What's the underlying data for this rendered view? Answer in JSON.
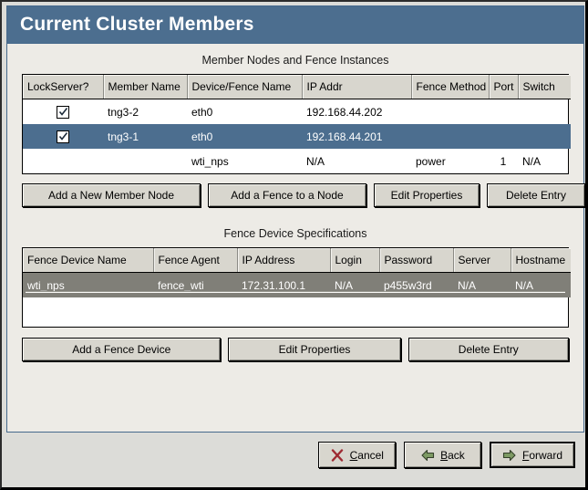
{
  "window": {
    "title": "Current Cluster Members",
    "title_bar_color": "#4c6e8f",
    "panel_bg": "#edebe6"
  },
  "member_section": {
    "title": "Member Nodes and Fence Instances",
    "columns": [
      "LockServer?",
      "Member Name",
      "Device/Fence Name",
      "IP Addr",
      "Fence Method",
      "Port",
      "Switch"
    ],
    "rows": [
      {
        "lockserver": "checked",
        "member_name": "tng3-2",
        "device_fence_name": "eth0",
        "ip_addr": "192.168.44.202",
        "fence_method": "",
        "port": "",
        "switch": "",
        "selected": "none"
      },
      {
        "lockserver": "checked",
        "member_name": "tng3-1",
        "device_fence_name": "eth0",
        "ip_addr": "192.168.44.201",
        "fence_method": "",
        "port": "",
        "switch": "",
        "selected": "focus"
      },
      {
        "lockserver": "",
        "member_name": "",
        "device_fence_name": "wti_nps",
        "ip_addr": "N/A",
        "fence_method": "power",
        "port": "1",
        "switch": "N/A",
        "selected": "none"
      }
    ],
    "buttons": [
      "Add a New Member Node",
      "Add a Fence to a Node",
      "Edit Properties",
      "Delete Entry"
    ]
  },
  "fence_section": {
    "title": "Fence Device Specifications",
    "columns": [
      "Fence Device Name",
      "Fence Agent",
      "IP Address",
      "Login",
      "Password",
      "Server",
      "Hostname"
    ],
    "rows": [
      {
        "fence_device_name": "wti_nps",
        "fence_agent": "fence_wti",
        "ip_address": "172.31.100.1",
        "login": "N/A",
        "password": "p455w3rd",
        "server": "N/A",
        "hostname": "N/A",
        "selected": "gray"
      }
    ],
    "buttons": [
      "Add a Fence Device",
      "Edit Properties",
      "Delete Entry"
    ]
  },
  "footer": {
    "cancel": {
      "pre": "",
      "mnemonic": "C",
      "post": "ancel",
      "icon": "close-x-icon",
      "icon_color": "#9e2a32"
    },
    "back": {
      "pre": "",
      "mnemonic": "B",
      "post": "ack",
      "icon": "arrow-left-icon",
      "icon_color": "#7d9a63"
    },
    "forward": {
      "pre": "",
      "mnemonic": "F",
      "post": "orward",
      "icon": "arrow-right-icon",
      "icon_color": "#7d9a63"
    }
  }
}
